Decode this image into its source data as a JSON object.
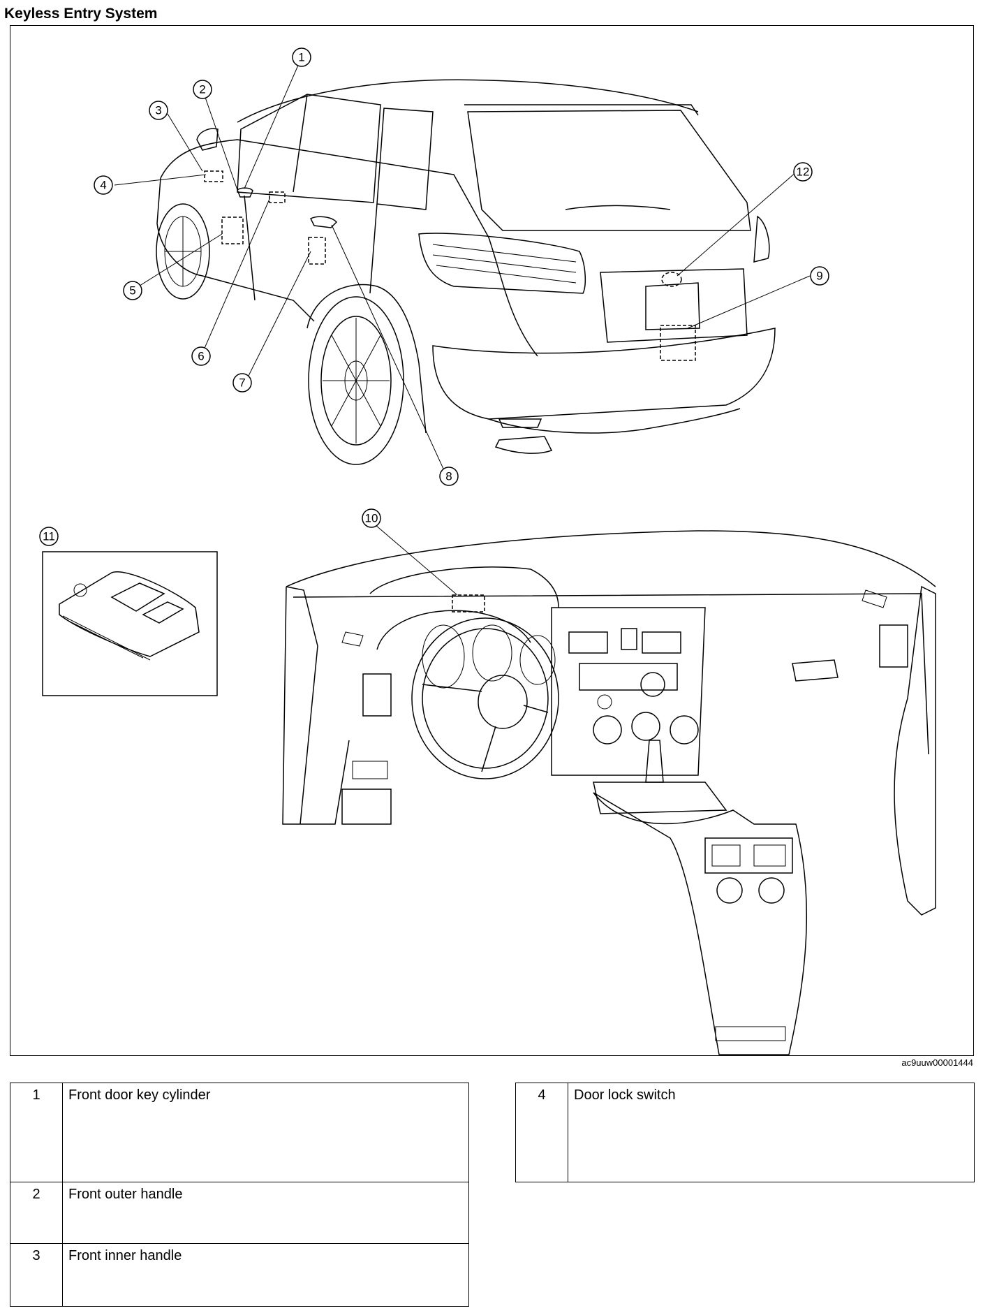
{
  "title": "Keyless Entry System",
  "figure_id": "ac9uuw00001444",
  "callouts": [
    "1",
    "2",
    "3",
    "4",
    "5",
    "6",
    "7",
    "8",
    "9",
    "10",
    "11",
    "12"
  ],
  "parts_left": [
    {
      "num": "1",
      "name": "Front door key cylinder"
    },
    {
      "num": "2",
      "name": "Front outer handle"
    },
    {
      "num": "3",
      "name": "Front inner handle"
    }
  ],
  "parts_right": [
    {
      "num": "4",
      "name": "Door lock switch"
    }
  ]
}
